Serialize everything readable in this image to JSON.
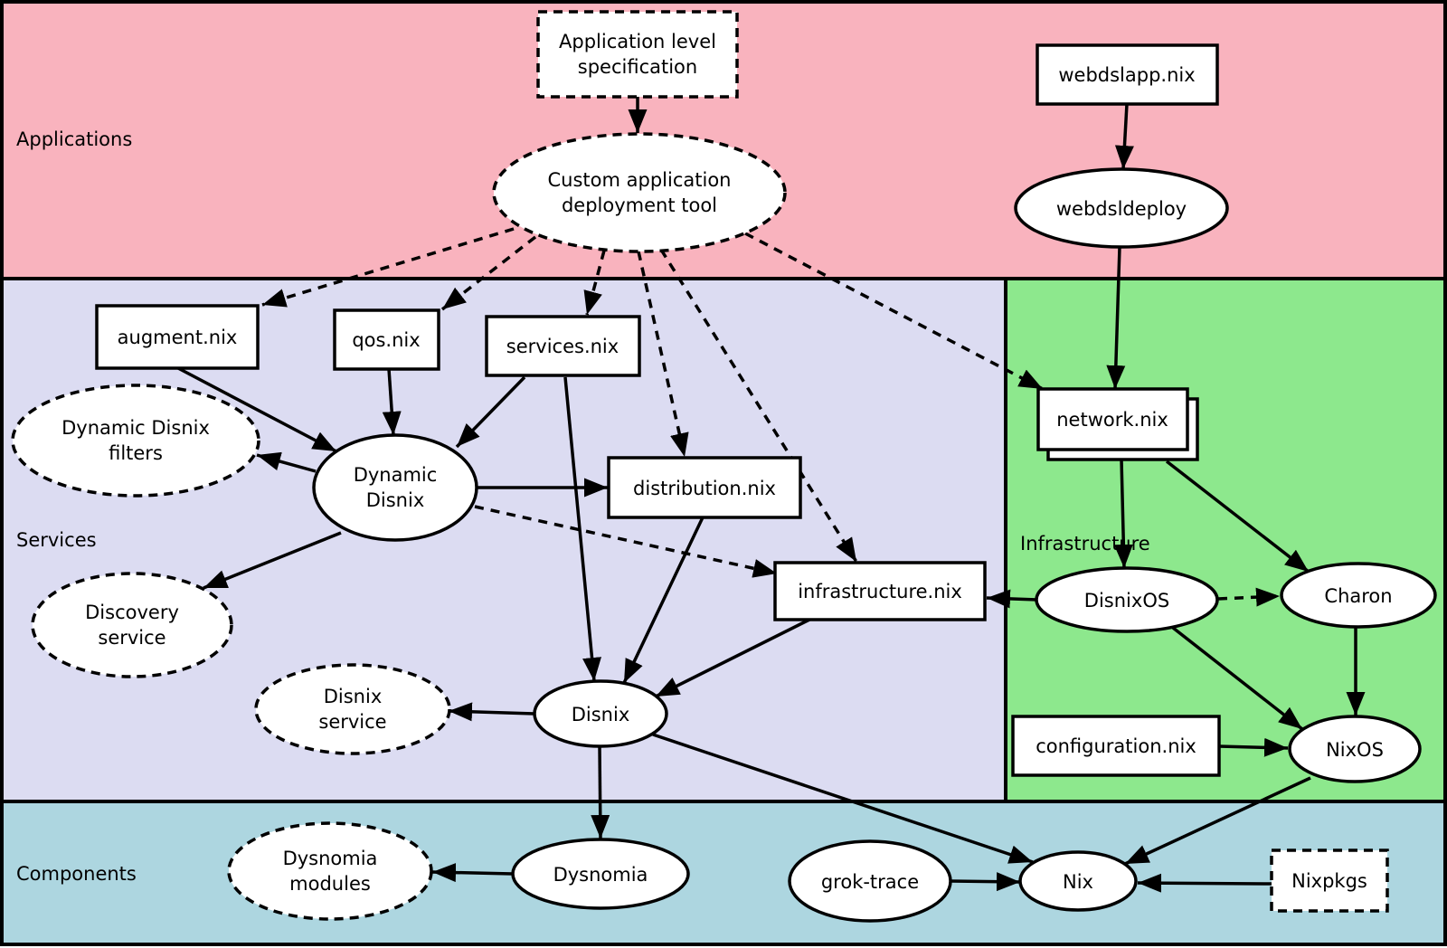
{
  "diagram": {
    "regions": {
      "applications": {
        "label": "Applications",
        "color": "#f9b3be"
      },
      "services": {
        "label": "Services",
        "color": "#dcdcf2"
      },
      "infrastructure": {
        "label": "Infrastructure",
        "color": "#8de88d"
      },
      "components": {
        "label": "Components",
        "color": "#add6e0"
      }
    },
    "nodes": {
      "app_level_spec": {
        "line1": "Application level",
        "line2": "specification"
      },
      "custom_tool": {
        "line1": "Custom application",
        "line2": "deployment tool"
      },
      "webdslapp": {
        "label": "webdslapp.nix"
      },
      "webdsldeploy": {
        "label": "webdsldeploy"
      },
      "augment": {
        "label": "augment.nix"
      },
      "qos": {
        "label": "qos.nix"
      },
      "services_nix": {
        "label": "services.nix"
      },
      "dd_filters": {
        "line1": "Dynamic Disnix",
        "line2": "filters"
      },
      "dynamic_disnix": {
        "line1": "Dynamic",
        "line2": "Disnix"
      },
      "distribution": {
        "label": "distribution.nix"
      },
      "infrastructure_nix": {
        "label": "infrastructure.nix"
      },
      "discovery": {
        "line1": "Discovery",
        "line2": "service"
      },
      "disnix_service": {
        "line1": "Disnix",
        "line2": "service"
      },
      "disnix": {
        "label": "Disnix"
      },
      "network": {
        "label": "network.nix"
      },
      "disnixos": {
        "label": "DisnixOS"
      },
      "charon": {
        "label": "Charon"
      },
      "configuration": {
        "label": "configuration.nix"
      },
      "nixos": {
        "label": "NixOS"
      },
      "dysnomia_modules": {
        "line1": "Dysnomia",
        "line2": "modules"
      },
      "dysnomia": {
        "label": "Dysnomia"
      },
      "grok_trace": {
        "label": "grok-trace"
      },
      "nix": {
        "label": "Nix"
      },
      "nixpkgs": {
        "label": "Nixpkgs"
      }
    }
  }
}
